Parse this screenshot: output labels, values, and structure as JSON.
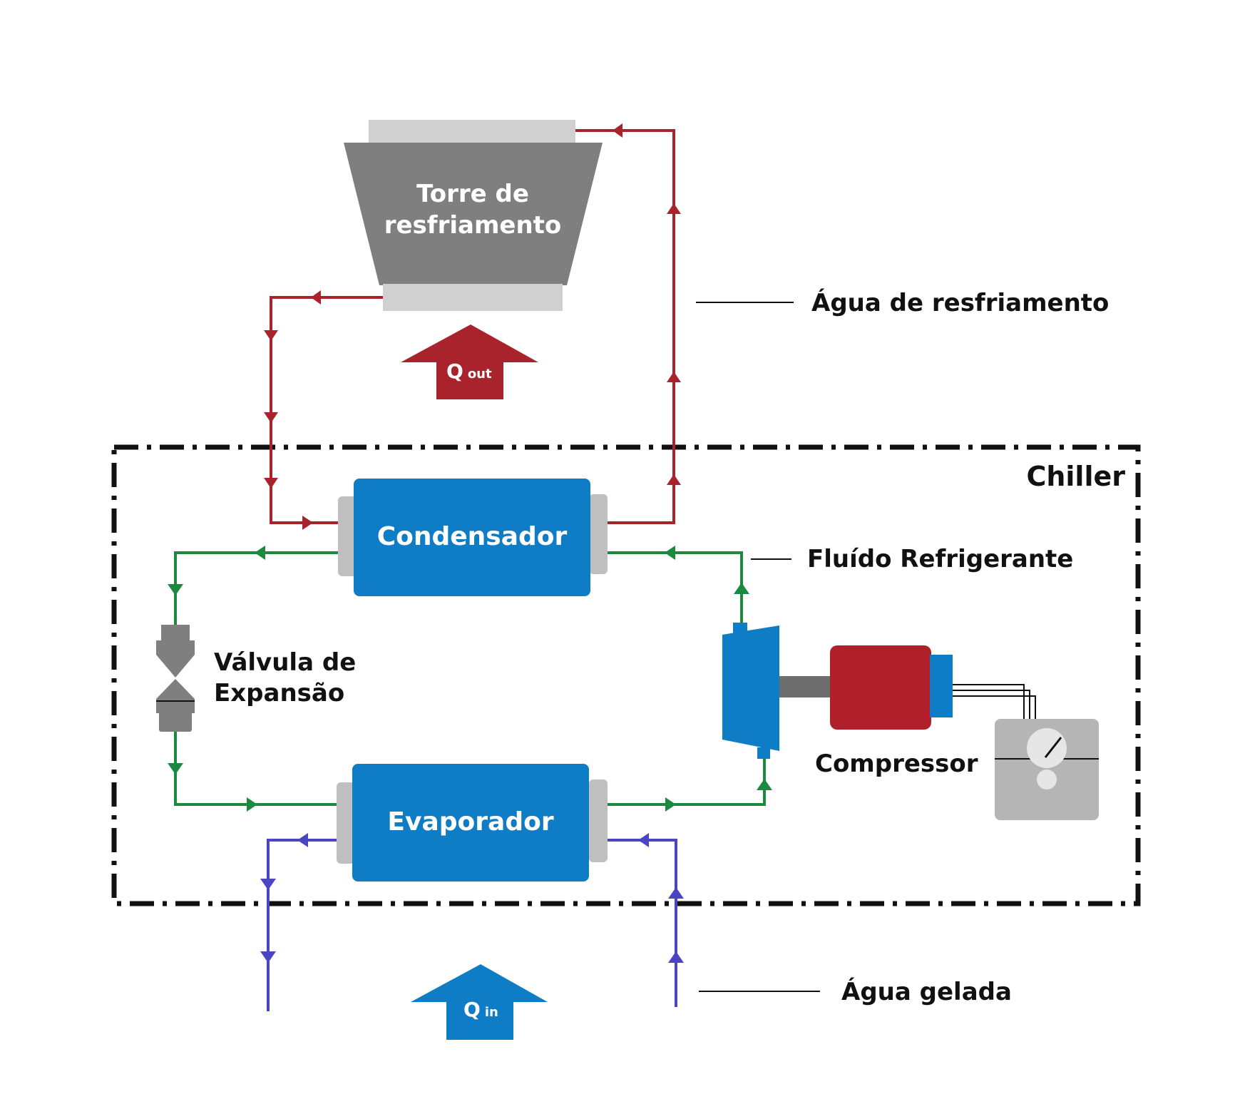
{
  "tower": {
    "line1": "Torre de",
    "line2": "resfriamento"
  },
  "q_out": {
    "q": "Q",
    "sub": "out"
  },
  "q_in": {
    "q": "Q",
    "sub": "in"
  },
  "labels": {
    "cooling_water": "Água de resfriamento",
    "chiller": "Chiller",
    "refrigerant": "Fluído Refrigerante",
    "valve_line1": "Válvula de",
    "valve_line2": "Expansão",
    "compressor": "Compressor",
    "chilled_water": "Água gelada"
  },
  "components": {
    "condenser": "Condensador",
    "evaporator": "Evaporador"
  },
  "colors": {
    "cooling_water": "#a8232b",
    "refrigerant": "#1b8a3e",
    "chilled_water": "#4b45c2",
    "unit_blue": "#0f7dc6",
    "tower_gray": "#7f7f7f",
    "light_gray": "#d0d0d0",
    "motor_red": "#b0202a"
  }
}
